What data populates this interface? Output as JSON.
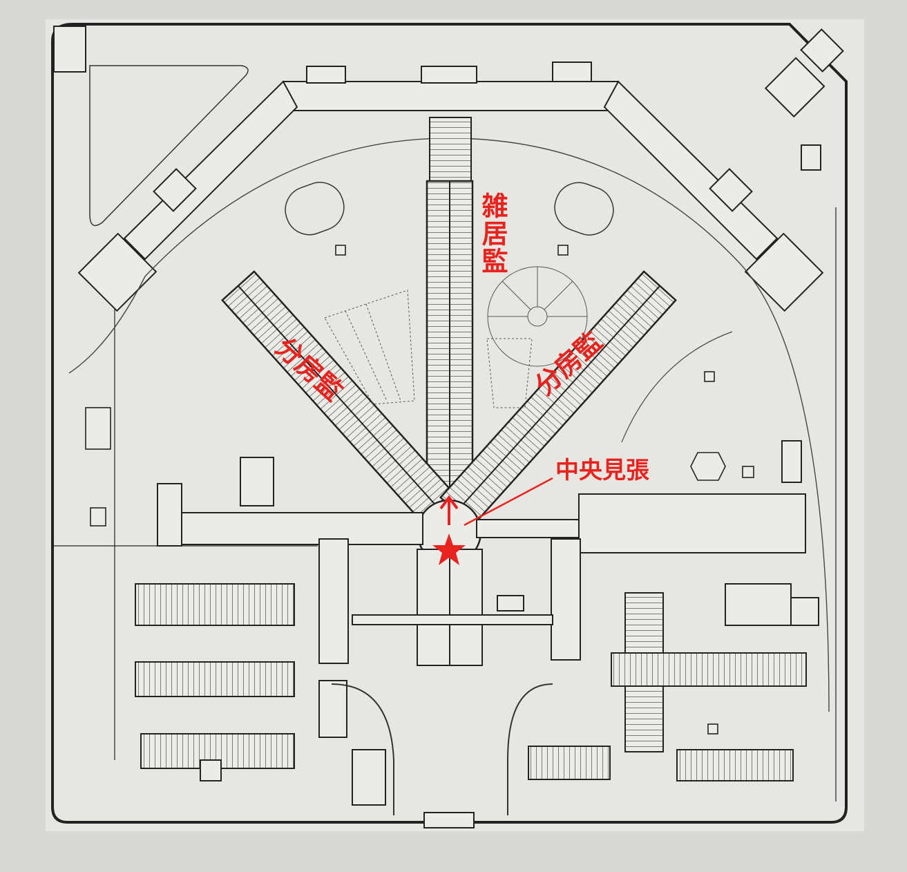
{
  "map": {
    "labels": {
      "zakkyo": "雑居監",
      "bunbo_left": "分房監",
      "bunbo_right": "分房監",
      "chuo_mihari": "中央見張"
    },
    "colors": {
      "annotation": "#e8231f",
      "ink": "#2a2a2a",
      "paper": "#e7e6e1"
    }
  }
}
